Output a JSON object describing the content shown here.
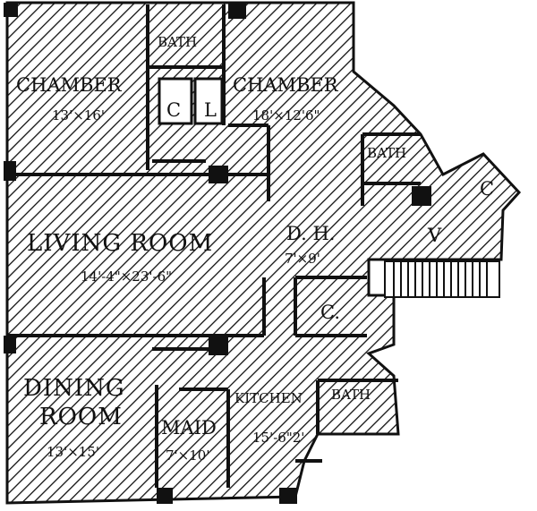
{
  "rooms": {
    "bath_top": {
      "name": "BATH"
    },
    "chamber_left": {
      "name": "CHAMBER",
      "size": "13'×16'"
    },
    "chamber_right": {
      "name": "CHAMBER",
      "size": "18'×12'6\""
    },
    "closet_a": {
      "name": "C"
    },
    "closet_b": {
      "name": "L"
    },
    "bath_right": {
      "name": "BATH"
    },
    "closet_c": {
      "name": "C"
    },
    "vestibule": {
      "name": "V"
    },
    "living": {
      "name": "LIVING ROOM",
      "size": "14'-4\"×23'-6\""
    },
    "dh": {
      "name": "D. H.",
      "size": "7'×9'"
    },
    "closet_d": {
      "name": "C."
    },
    "dining_1": {
      "name": "DINING"
    },
    "dining_2": {
      "name": "ROOM"
    },
    "dining_size": {
      "size": "13'×15'"
    },
    "maid": {
      "name": "MAID",
      "size": "7'×10'"
    },
    "kitchen": {
      "name": "KITCHEN",
      "size": "15'-6\"2'"
    },
    "bath_kitchen": {
      "name": "BATH"
    }
  },
  "colors": {
    "ink": "#111111",
    "paper": "#ffffff"
  }
}
